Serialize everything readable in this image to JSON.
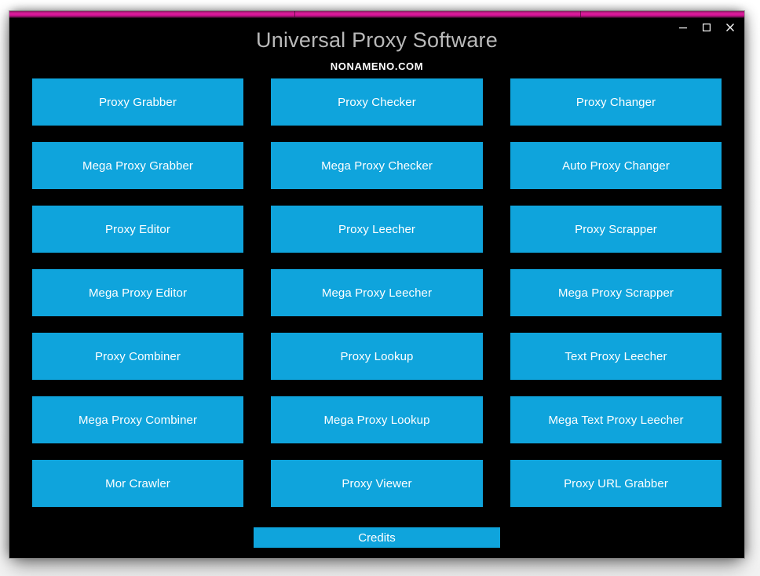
{
  "window": {
    "title": "Universal Proxy Software",
    "watermark": "NONAMENO.COM",
    "accent_color": "#e21ba0",
    "button_color": "#0fa4dc",
    "background_color": "#000000",
    "title_color": "#b9b9b9",
    "controls": [
      {
        "name": "minimize",
        "glyph": "–",
        "label": "Minimize"
      },
      {
        "name": "maximize",
        "glyph": "□",
        "label": "Maximize"
      },
      {
        "name": "close",
        "glyph": "×",
        "label": "Close"
      }
    ]
  },
  "grid": {
    "columns": 3,
    "rows": 7,
    "buttons": [
      "Proxy Grabber",
      "Proxy Checker",
      "Proxy Changer",
      "Mega Proxy Grabber",
      "Mega Proxy Checker",
      "Auto Proxy Changer",
      "Proxy Editor",
      "Proxy Leecher",
      "Proxy Scrapper",
      "Mega Proxy Editor",
      "Mega Proxy Leecher",
      "Mega Proxy Scrapper",
      "Proxy Combiner",
      "Proxy Lookup",
      "Text Proxy Leecher",
      "Mega Proxy Combiner",
      "Mega Proxy Lookup",
      "Mega Text Proxy Leecher",
      "Mor Crawler",
      "Proxy Viewer",
      "Proxy URL Grabber"
    ]
  },
  "footer": {
    "credits_label": "Credits"
  }
}
